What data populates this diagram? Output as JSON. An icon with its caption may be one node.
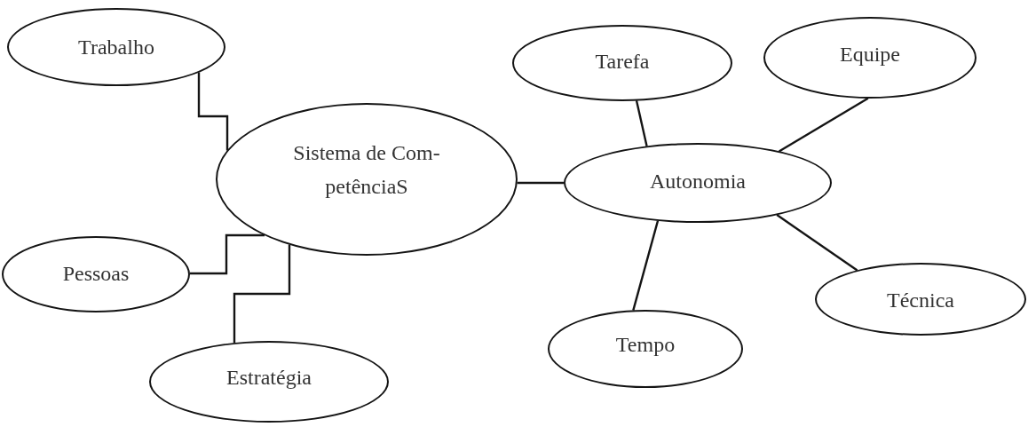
{
  "diagram": {
    "nodes": [
      {
        "text": [
          "Trabalho"
        ]
      },
      {
        "text": [
          "Tarefa"
        ]
      },
      {
        "text": [
          "Equipe"
        ]
      },
      {
        "text": [
          "Sistema de Com- petênciaS"
        ]
      },
      {
        "text": [
          "Autonomia"
        ]
      },
      {
        "text": [
          "Pessoas"
        ]
      },
      {
        "text": [
          "Técnica"
        ]
      },
      {
        "text": [
          "Tempo"
        ]
      },
      {
        "text": [
          "Estratégia"
        ]
      }
    ],
    "edges": [
      {
        "from": 0,
        "to": 3,
        "arrow": "none"
      },
      {
        "from": 5,
        "to": 3,
        "arrow": "none"
      },
      {
        "from": 8,
        "to": 3,
        "arrow": "none"
      },
      {
        "from": 3,
        "to": 4,
        "arrow": "none"
      },
      {
        "from": 4,
        "to": 1,
        "arrow": "none"
      },
      {
        "from": 4,
        "to": 2,
        "arrow": "none"
      },
      {
        "from": 4,
        "to": 6,
        "arrow": "none"
      },
      {
        "from": 4,
        "to": 7,
        "arrow": "none"
      }
    ]
  }
}
